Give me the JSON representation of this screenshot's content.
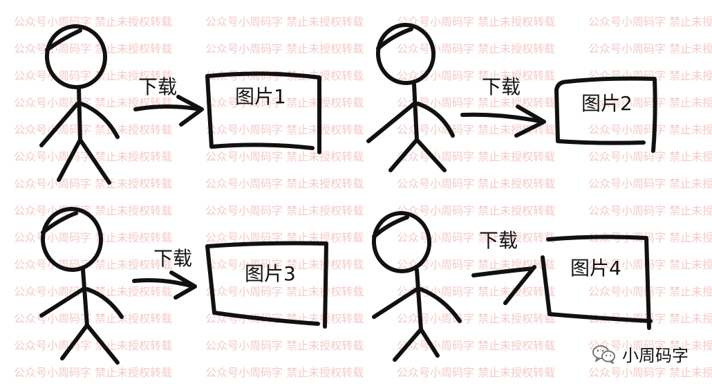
{
  "watermark": {
    "text": "公众号小周码字 禁止未授权转载"
  },
  "panels": [
    {
      "action_label": "下载",
      "target_label": "图片1"
    },
    {
      "action_label": "下载",
      "target_label": "图片2"
    },
    {
      "action_label": "下载",
      "target_label": "图片3"
    },
    {
      "action_label": "下载",
      "target_label": "图片4"
    }
  ],
  "brand": {
    "name": "小周码字",
    "icon": "wechat-icon"
  }
}
